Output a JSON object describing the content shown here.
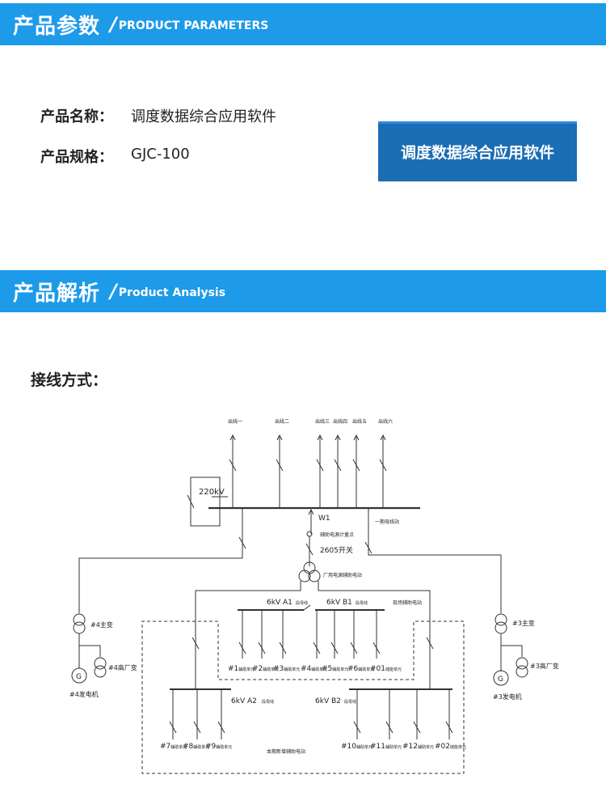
{
  "header_params": {
    "title_cn": "产品参数",
    "slash": "/",
    "title_en": "PRODUCT PARAMETERS"
  },
  "params": {
    "name_label": "产品名称：",
    "name_value": "调度数据综合应用软件",
    "spec_label": "产品规格：",
    "spec_value": "GJC-100",
    "badge_text": "调度数据综合应用软件"
  },
  "header_analysis": {
    "title_cn": "产品解析",
    "slash": "/",
    "title_en": "Product Analysis"
  },
  "wiring": {
    "title": "接线方式："
  },
  "diagram": {
    "feeders": [
      "出线一",
      "出线二",
      "出线三",
      "出线四",
      "出线五",
      "出线六"
    ],
    "bus_220": "220kV",
    "w1": "W1",
    "bus_tag": "一期母线站",
    "pt_tag": "辅助电源计量点",
    "breaker_2605": "2605开关",
    "station_tx": "厂用电源辅助电站",
    "bus_a1": "6kV A1",
    "bus_a1_tag": "段母线",
    "bus_b1": "6kV B1",
    "bus_b1_tag": "段母线",
    "right_region": "现场辅助电站",
    "tx4": "#4主变",
    "tx3": "#3主变",
    "aux4": "#4高厂变",
    "aux3": "#3高厂变",
    "gen4": "#4发电机",
    "gen3": "#3发电机",
    "g_symbol": "G",
    "upper_units": [
      {
        "no": "#1",
        "tag": "辅助单元"
      },
      {
        "no": "#2",
        "tag": "辅助单元"
      },
      {
        "no": "#3",
        "tag": "辅助单元"
      },
      {
        "no": "#4",
        "tag": "辅助单元"
      },
      {
        "no": "#5",
        "tag": "辅助单元"
      },
      {
        "no": "#6",
        "tag": "辅助单元"
      },
      {
        "no": "#01",
        "tag": "储能单元"
      }
    ],
    "bus_a2": "6kV A2",
    "bus_a2_tag": "段母线",
    "bus_b2": "6kV B2",
    "bus_b2_tag": "段母线",
    "lower_left_units": [
      {
        "no": "#7",
        "tag": "辅助单元"
      },
      {
        "no": "#8",
        "tag": "辅助单元"
      },
      {
        "no": "#9",
        "tag": "辅助单元"
      }
    ],
    "lower_right_units": [
      {
        "no": "#10",
        "tag": "辅助单元"
      },
      {
        "no": "#11",
        "tag": "辅助单元"
      },
      {
        "no": "#12",
        "tag": "辅助单元"
      },
      {
        "no": "#02",
        "tag": "储能单元"
      }
    ],
    "bottom_region": "本期新增辅助电站"
  }
}
